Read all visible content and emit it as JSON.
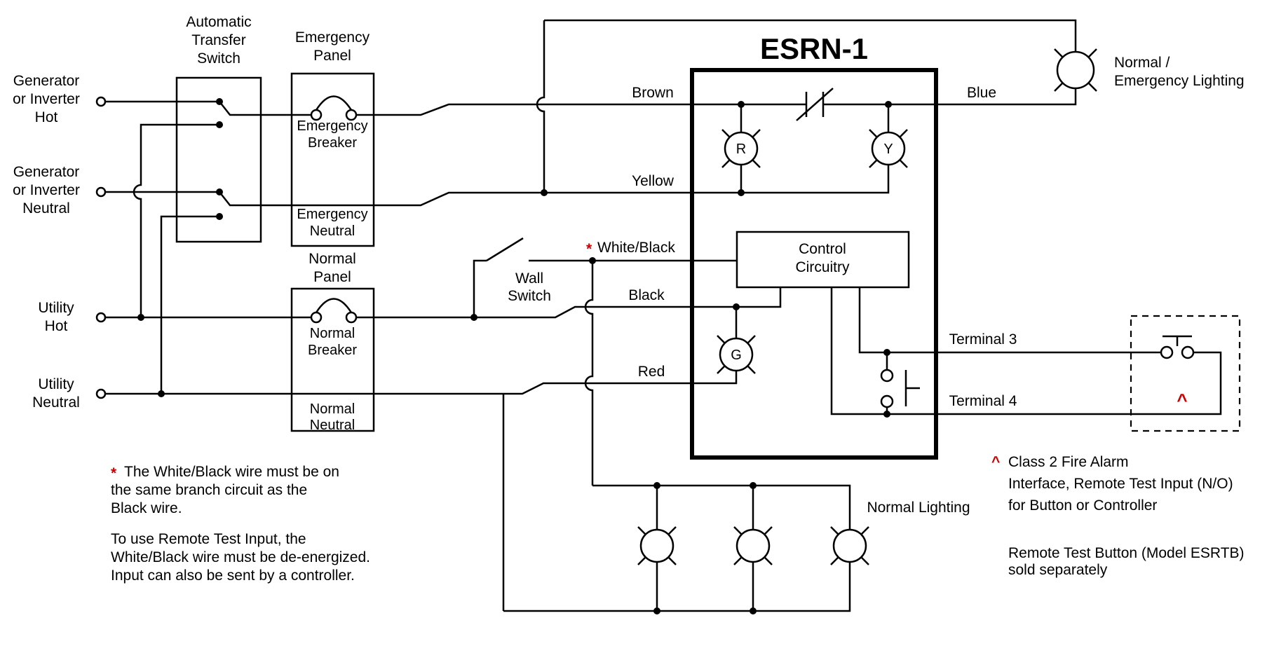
{
  "title": "ESRN-1",
  "colors": {
    "red": "#cc0000",
    "line": "#000000"
  },
  "source_labels": {
    "gen_hot": [
      "Generator",
      "or Inverter",
      "Hot"
    ],
    "gen_neutral": [
      "Generator",
      "or Inverter",
      "Neutral"
    ],
    "utility_hot": [
      "Utility",
      "Hot"
    ],
    "utility_neutral": [
      "Utility",
      "Neutral"
    ]
  },
  "ats_label": [
    "Automatic",
    "Transfer",
    "Switch"
  ],
  "emergency_panel": {
    "label": [
      "Emergency",
      "Panel"
    ],
    "breaker": [
      "Emergency",
      "Breaker"
    ],
    "neutral": [
      "Emergency",
      "Neutral"
    ]
  },
  "normal_panel": {
    "label": [
      "Normal",
      "Panel"
    ],
    "breaker": [
      "Normal",
      "Breaker"
    ],
    "neutral": [
      "Normal",
      "Neutral"
    ]
  },
  "wall_switch_label": [
    "Wall",
    "Switch"
  ],
  "wire_labels": {
    "brown": "Brown",
    "yellow": "Yellow",
    "white_black_mark": "*",
    "white_black": "White/Black",
    "black": "Black",
    "red": "Red",
    "blue": "Blue"
  },
  "control_circuitry_label": [
    "Control",
    "Circuitry"
  ],
  "lamp_letters": {
    "r": "R",
    "y": "Y",
    "g": "G"
  },
  "terminal_labels": {
    "t3": "Terminal 3",
    "t4": "Terminal 4"
  },
  "lighting_labels": {
    "normal_emergency": [
      "Normal /",
      "Emergency Lighting"
    ],
    "normal": "Normal Lighting"
  },
  "remote_test": {
    "mark": "^"
  },
  "notes": {
    "fire_alarm": {
      "mark": "^",
      "lines": [
        "Class 2 Fire Alarm",
        "Interface, Remote Test Input (N/O)",
        "for Button or Controller"
      ]
    },
    "remote_button": {
      "lines": [
        "Remote Test Button (Model ESRTB)",
        "sold separately"
      ]
    },
    "footnote1": {
      "mark": "*",
      "lines": [
        "The White/Black wire must be on",
        "the same branch circuit as the",
        "Black wire."
      ]
    },
    "footnote2": {
      "lines": [
        "To use Remote Test Input, the",
        "White/Black wire must be de-energized.",
        "Input can also be sent by a controller."
      ]
    }
  }
}
